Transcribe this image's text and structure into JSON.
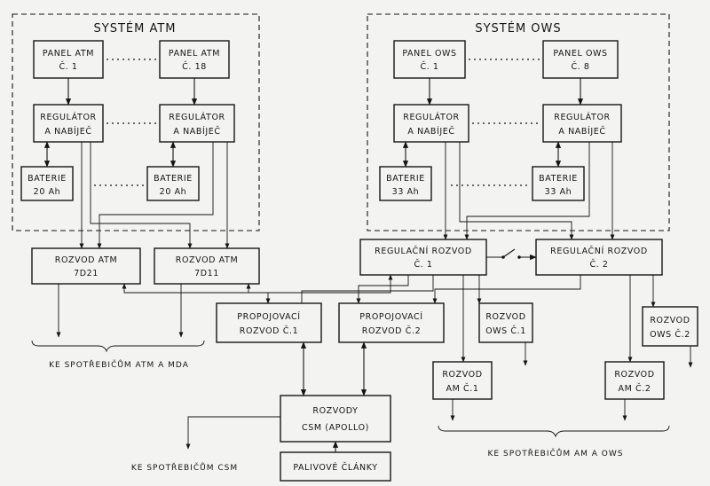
{
  "systems": {
    "atm_title": "SYSTÉM ATM",
    "ows_title": "SYSTÉM OWS"
  },
  "atm": {
    "panel1": [
      "PANEL ATM",
      "Č. 1"
    ],
    "panel18": [
      "PANEL ATM",
      "Č. 18"
    ],
    "reg1": [
      "REGULÁTOR",
      "A NABÍJEČ"
    ],
    "reg2": [
      "REGULÁTOR",
      "A NABÍJEČ"
    ],
    "bat1": [
      "BATERIE",
      "20 Ah"
    ],
    "bat2": [
      "BATERIE",
      "20 Ah"
    ]
  },
  "ows": {
    "panel1": [
      "PANEL OWS",
      "Č. 1"
    ],
    "panel8": [
      "PANEL OWS",
      "Č. 8"
    ],
    "reg1": [
      "REGULÁTOR",
      "A NABÍJEČ"
    ],
    "reg2": [
      "REGULÁTOR",
      "A NABÍJEČ"
    ],
    "bat1": [
      "BATERIE",
      "33 Ah"
    ],
    "bat2": [
      "BATERIE",
      "33 Ah"
    ]
  },
  "distribution": {
    "atm_7d21": [
      "ROZVOD ATM",
      "7D21"
    ],
    "atm_7d11": [
      "ROZVOD ATM",
      "7D11"
    ],
    "reg_rozvod1": [
      "REGULAČNÍ ROZVOD",
      "Č. 1"
    ],
    "reg_rozvod2": [
      "REGULAČNÍ ROZVOD",
      "Č. 2"
    ],
    "prop1": [
      "PROPOJOVACÍ",
      "ROZVOD Č.1"
    ],
    "prop2": [
      "PROPOJOVACÍ",
      "ROZVOD Č.2"
    ],
    "ows1": [
      "ROZVOD",
      "OWS Č.1"
    ],
    "ows2": [
      "ROZVOD",
      "OWS Č.2"
    ],
    "am1": [
      "ROZVOD",
      "AM Č.1"
    ],
    "am2": [
      "ROZVOD",
      "AM Č.2"
    ],
    "csm": [
      "ROZVODY",
      "CSM (APOLLO)"
    ],
    "fuel_cells": "PALIVOVÉ ČLÁNKY"
  },
  "captions": {
    "atm_mda": "KE SPOTŘEBIČŮM ATM A MDA",
    "csm": "KE SPOTŘEBIČŮM CSM",
    "am_ows": "KE SPOTŘEBIČŮM AM A OWS"
  }
}
